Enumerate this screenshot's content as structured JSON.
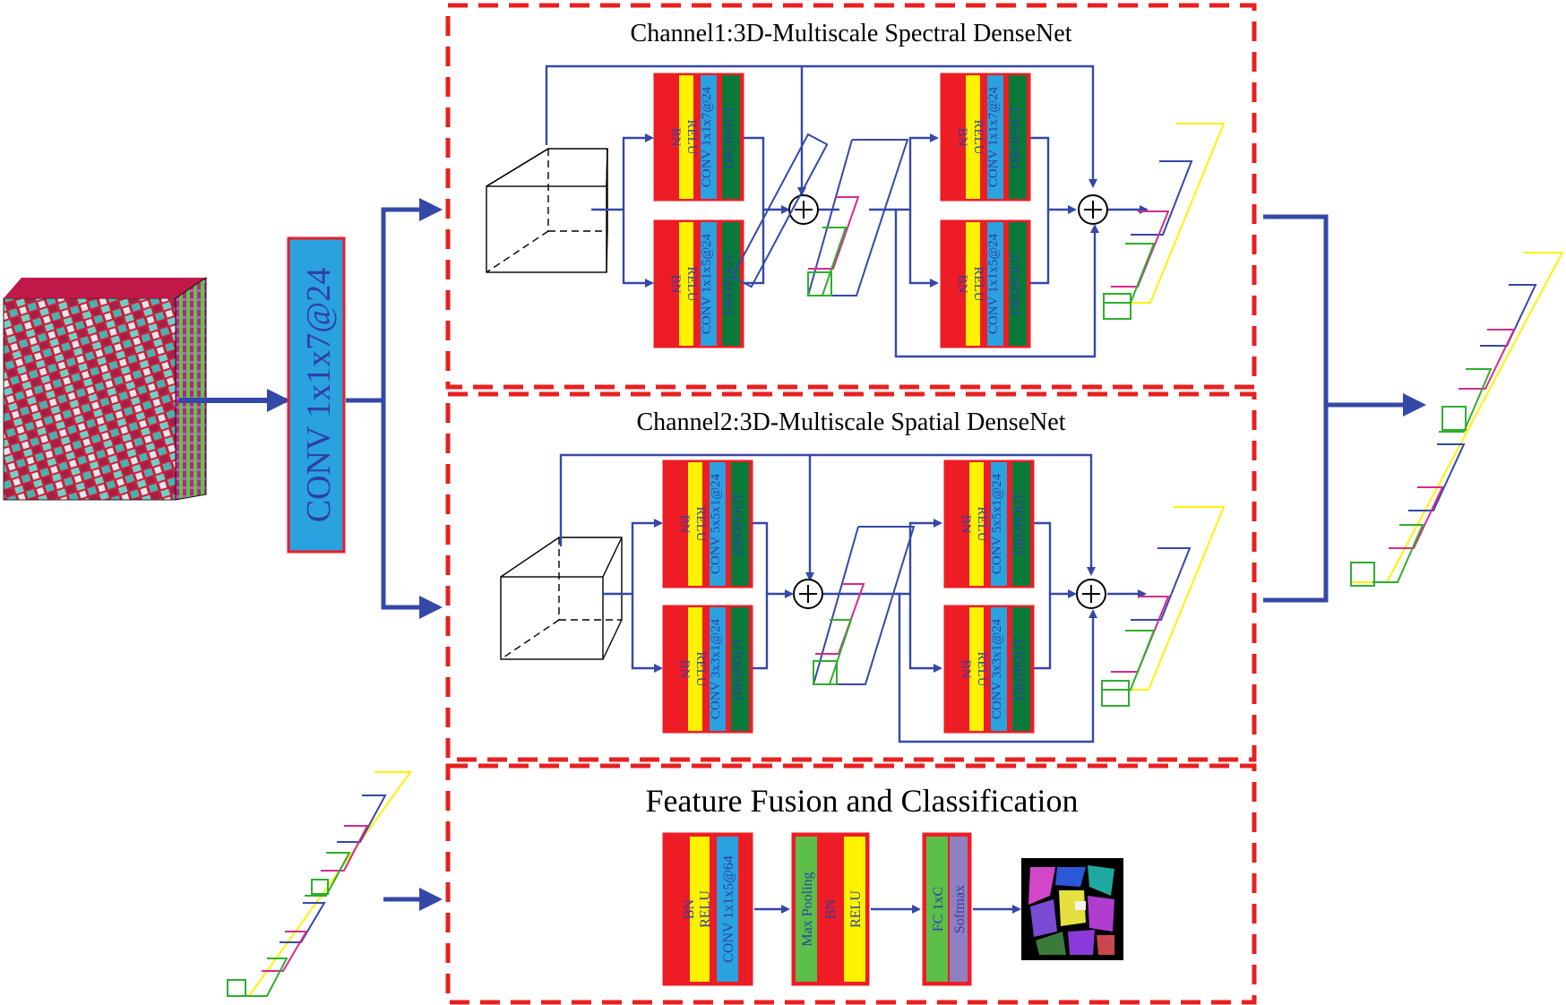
{
  "colors": {
    "red": "#ee1c24",
    "yellow": "#fff200",
    "blue_block": "#2aa2e0",
    "green_block": "#0a7a3a",
    "light_green": "#5cbf4a",
    "purple": "#8f7fc0",
    "arrow": "#3548a8",
    "dash_border": "#e82020"
  },
  "input_conv": {
    "label": "CONV 1x1x7@24"
  },
  "channel1": {
    "title": "Channel1:3D-Multiscale Spectral DenseNet",
    "block_top": {
      "bn": "BN",
      "relu": "RELU",
      "conv": "CONV 1x1x7@24",
      "dropout": "DROPOUT"
    },
    "block_bottom": {
      "bn": "BN",
      "relu": "RELU",
      "conv": "CONV 1x1x5@24",
      "dropout": "DROPOUT"
    }
  },
  "channel2": {
    "title": "Channel2:3D-Multiscale Spatial DenseNet",
    "block_top": {
      "bn": "BN",
      "relu": "RELU",
      "conv": "CONV 5x5x1@24",
      "dropout": "DROPOUT"
    },
    "block_bottom": {
      "bn": "BN",
      "relu": "RELU",
      "conv": "CONV 3x3x1@24",
      "dropout": "DROPOUT"
    }
  },
  "fusion": {
    "title": "Feature Fusion and Classification",
    "block1": {
      "bn": "BN",
      "relu": "RELU",
      "conv": "CONV 1x1x5@64"
    },
    "block2": {
      "pool": "Max Pooling",
      "bn": "BN",
      "relu": "RELU"
    },
    "block3": {
      "fc": "FC 1xC",
      "softmax": "Softmax"
    }
  },
  "icons": [
    "input-hyperspectral-cube-icon",
    "feature-cube-icon",
    "stacked-feature-prism-icon",
    "sum-node-icon",
    "classification-map-icon"
  ]
}
